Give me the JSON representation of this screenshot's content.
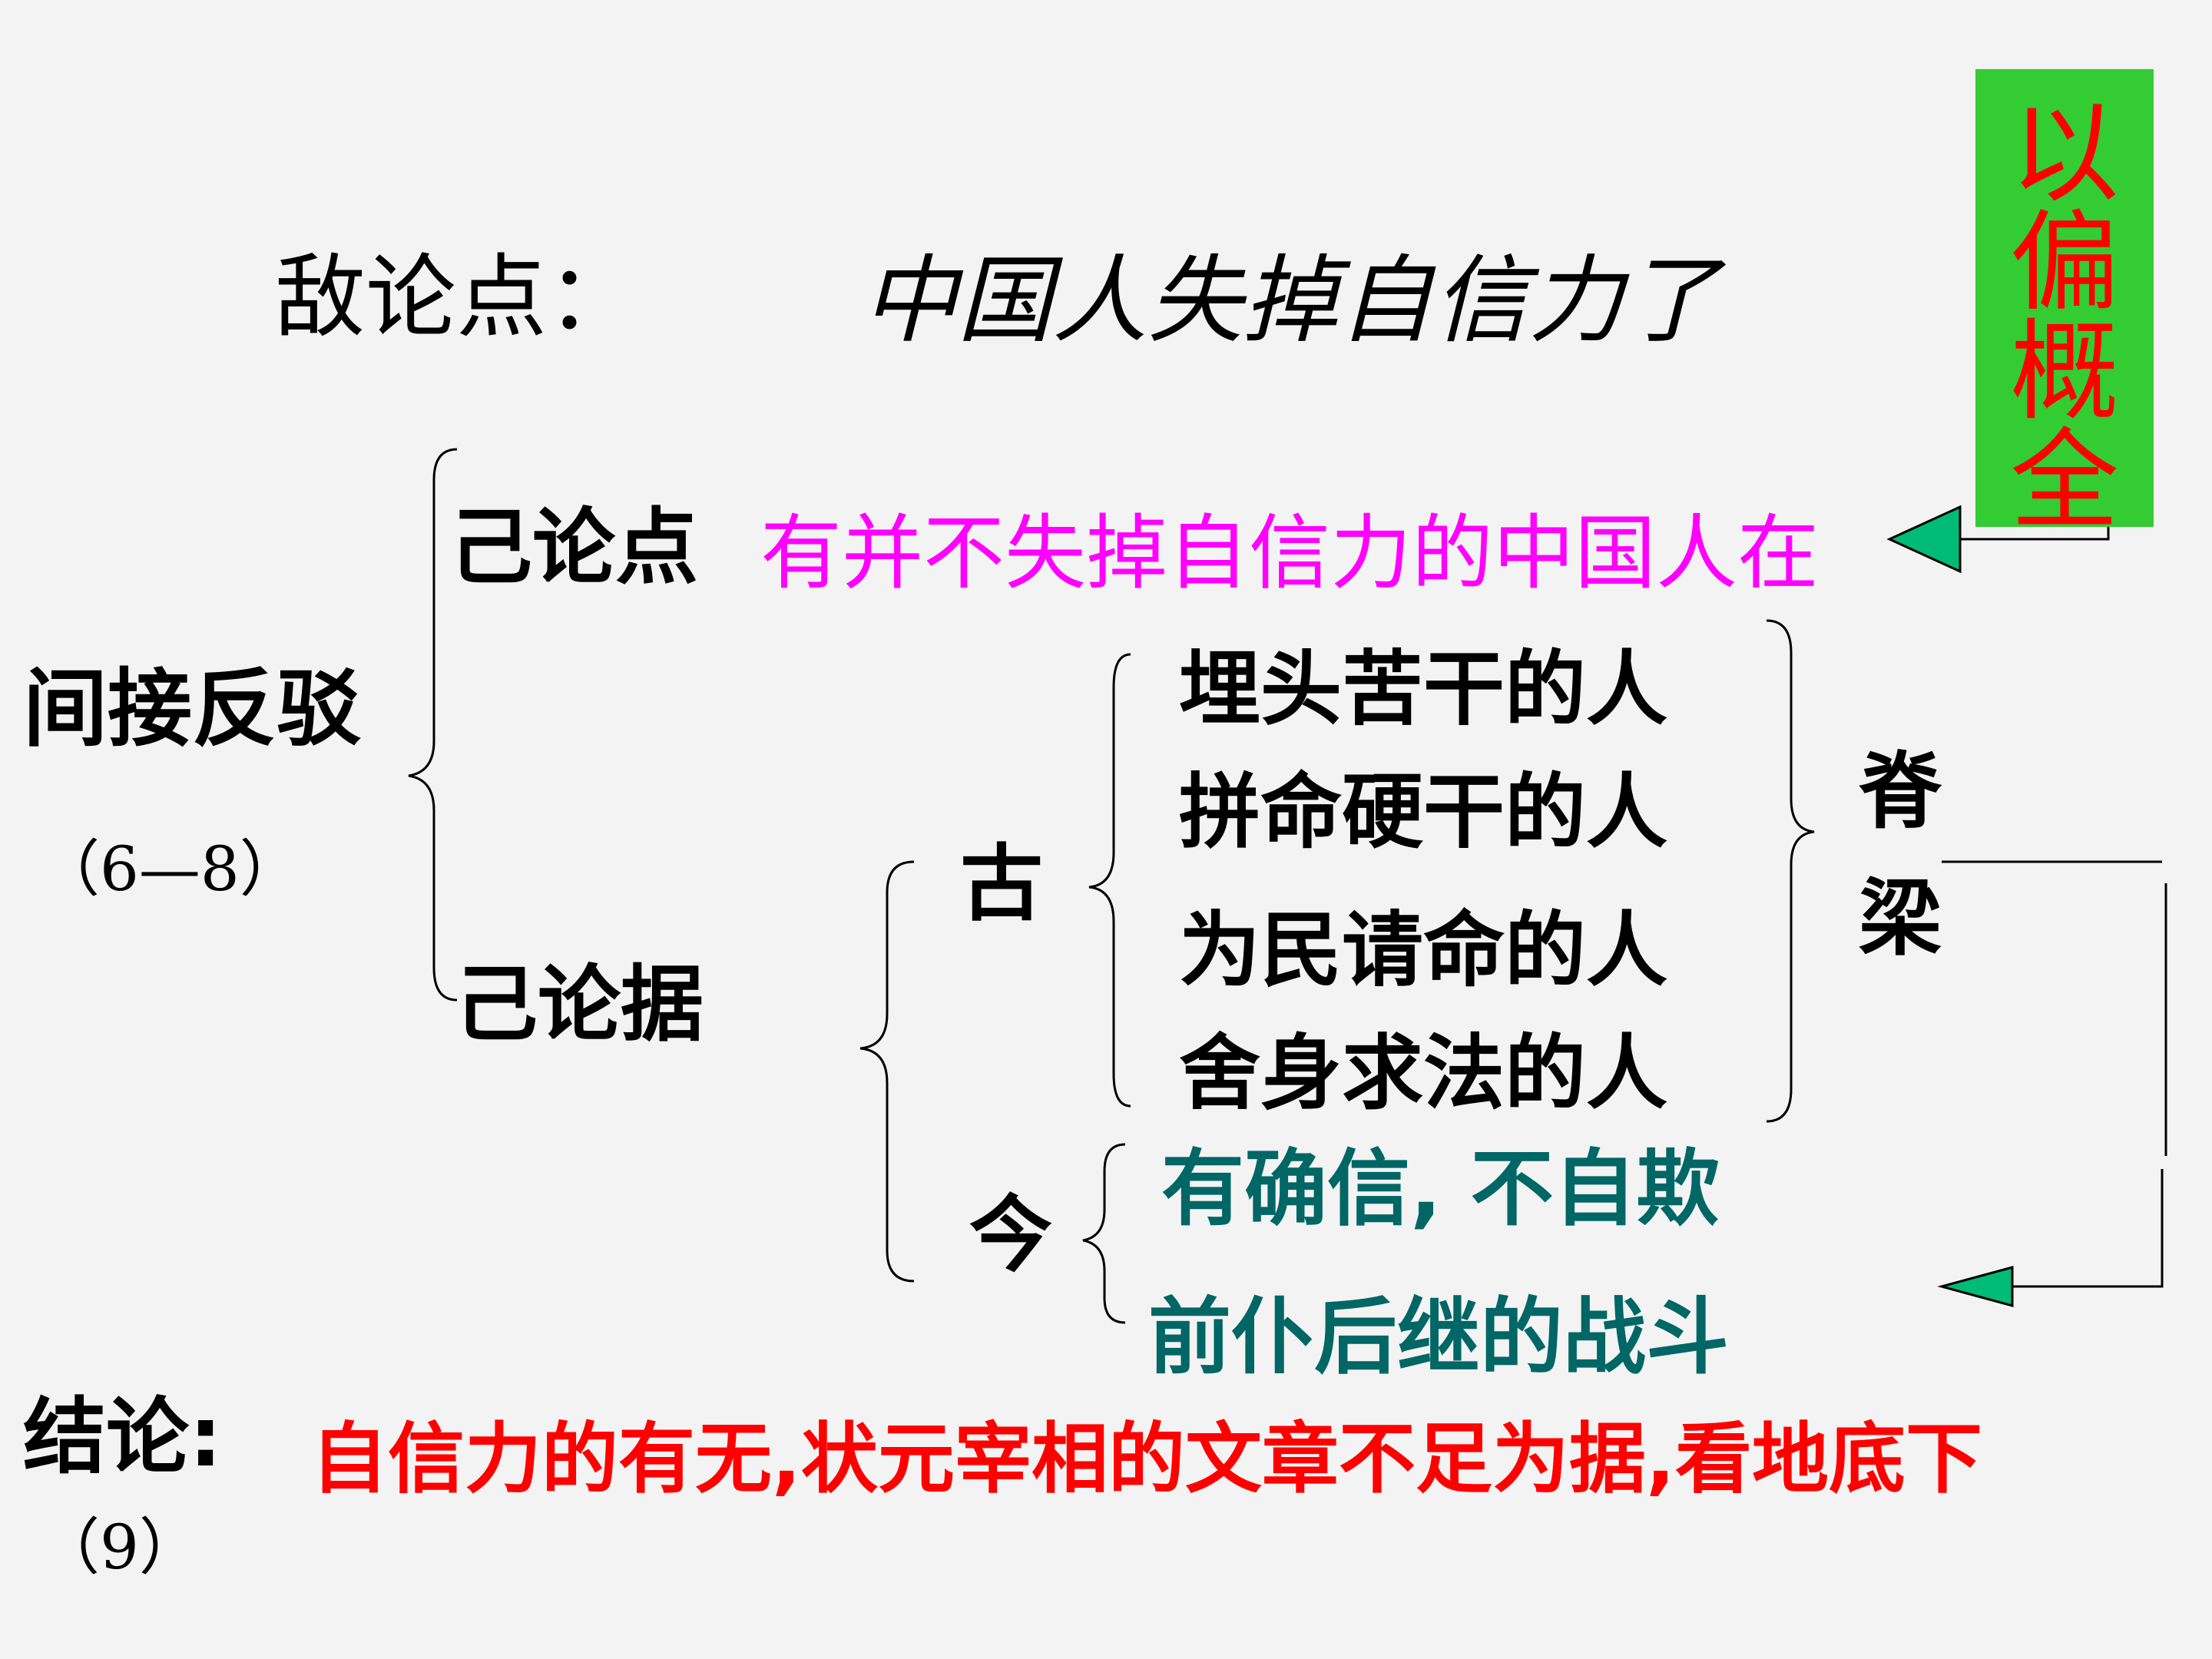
{
  "enemy_thesis": {
    "label": "敌论点：",
    "text": "中国人失掉自信力了"
  },
  "side_box": {
    "chars": [
      "以",
      "偏",
      "概",
      "全"
    ]
  },
  "indirect_refute": {
    "label": "间接反驳",
    "ref": "（6—8）"
  },
  "own_thesis": {
    "label": "己论点",
    "text": "有并不失掉自信力的中国人在"
  },
  "own_evidence": {
    "label": "己论据"
  },
  "ancient": {
    "label": "古",
    "items": [
      "埋头苦干的人",
      "拼命硬干的人",
      "为民请命的人",
      "舍身求法的人"
    ]
  },
  "backbone": {
    "chars": [
      "脊",
      "梁"
    ]
  },
  "modern": {
    "label": "今",
    "items": [
      "有确信, 不自欺",
      "前仆后继的战斗"
    ]
  },
  "conclusion": {
    "label": "结论:",
    "ref": "（9）",
    "text": "自信力的有无,状元宰相的文章不足为据,看地底下"
  },
  "colors": {
    "background": "#f3f3f3",
    "magenta": "#ff00ff",
    "teal": "#006666",
    "red": "#ff0000",
    "green_box": "#33cc33",
    "arrow_fill": "#00bb77",
    "ink": "#000000"
  }
}
